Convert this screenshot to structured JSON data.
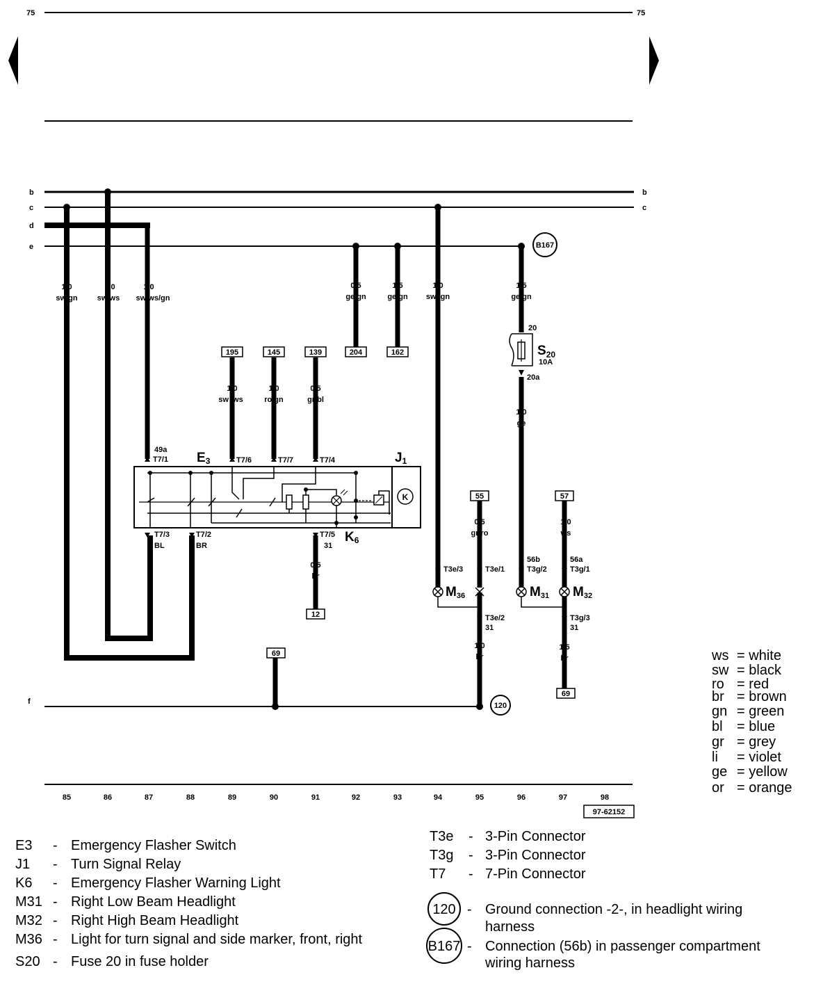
{
  "page_number": "75",
  "drawing_id": "97-62152",
  "rails": [
    {
      "id": "b",
      "label": "b"
    },
    {
      "id": "c",
      "label": "c"
    },
    {
      "id": "d",
      "label": "d"
    },
    {
      "id": "e",
      "label": "e"
    },
    {
      "id": "f",
      "label": "f"
    }
  ],
  "columns": [
    "85",
    "86",
    "87",
    "88",
    "89",
    "90",
    "91",
    "92",
    "93",
    "94",
    "95",
    "96",
    "97",
    "98"
  ],
  "wires": {
    "w85": {
      "size": "1,0",
      "color": "sw/gn"
    },
    "w86": {
      "size": "1,0",
      "color": "sw/ws"
    },
    "w87": {
      "size": "1,0",
      "color": "sw/ws/gn"
    },
    "w92": {
      "size": "0,5",
      "color": "ge/gn"
    },
    "w93": {
      "size": "1,5",
      "color": "ge/gn"
    },
    "w94": {
      "size": "1,0",
      "color": "sw /gn"
    },
    "w96": {
      "size": "1,5",
      "color": "ge/gn"
    },
    "w89": {
      "size": "1,0",
      "color": "sw /ws"
    },
    "w90": {
      "size": "1,0",
      "color": "ro/gn"
    },
    "w91": {
      "size": "0,5",
      "color": "gr/bl"
    },
    "w96b": {
      "size": "1,0",
      "color": "ge"
    },
    "w95a": {
      "size": "0,5",
      "color": "gr/ro"
    },
    "w97a": {
      "size": "1,0",
      "color": "ws"
    },
    "w91b": {
      "size": "0,5",
      "color": "br"
    },
    "w95b": {
      "size": "1,0",
      "color": "br"
    },
    "w97b": {
      "size": "1,5",
      "color": "br"
    }
  },
  "refs": {
    "r195": "195",
    "r145": "145",
    "r139": "139",
    "r204": "204",
    "r162": "162",
    "r55": "55",
    "r57": "57",
    "r12": "12",
    "r69a": "69",
    "r69b": "69"
  },
  "ground_points": {
    "g120": "120",
    "b167": "B167"
  },
  "pins": {
    "t71_term": "49a",
    "t71": "T7/1",
    "t76": "T7/6",
    "t77": "T7/7",
    "t74": "T7/4",
    "t73": "T7/3",
    "t73_term": "BL",
    "t72": "T7/2",
    "t72_term": "BR",
    "t75": "T7/5",
    "t75_term": "31",
    "t3e3": "T3e/3",
    "t3e1": "T3e/1",
    "t3e2": "T3e/2",
    "t3e2_term": "31",
    "t3g2_term": "56b",
    "t3g2": "T3g/2",
    "t3g1_term": "56a",
    "t3g1": "T3g/1",
    "t3g3": "T3g/3",
    "t3g3_term": "31",
    "fuse_in": "20",
    "fuse_out": "20a"
  },
  "components": {
    "e3": {
      "main": "E",
      "sub": "3"
    },
    "j1": {
      "main": "J",
      "sub": "1"
    },
    "k6": {
      "main": "K",
      "sub": "6"
    },
    "m36": {
      "main": "M",
      "sub": "36"
    },
    "m31": {
      "main": "M",
      "sub": "31"
    },
    "m32": {
      "main": "M",
      "sub": "32"
    },
    "s20": {
      "main": "S",
      "sub": "20",
      "rating": "10A"
    },
    "j1_symbol": "K"
  },
  "color_legend": [
    {
      "code": "ws",
      "name": "white"
    },
    {
      "code": "sw",
      "name": "black"
    },
    {
      "code": "ro",
      "name": "red"
    },
    {
      "code": "br",
      "name": "brown"
    },
    {
      "code": "gn",
      "name": "green"
    },
    {
      "code": "bl",
      "name": "blue"
    },
    {
      "code": "gr",
      "name": "grey"
    },
    {
      "code": "li",
      "name": "violet"
    },
    {
      "code": "ge",
      "name": "yellow"
    },
    {
      "code": "or",
      "name": "orange"
    }
  ],
  "component_list_left": [
    {
      "code": "E3",
      "dash": "-",
      "desc": "Emergency Flasher Switch"
    },
    {
      "code": "J1",
      "dash": "-",
      "desc": "Turn Signal Relay"
    },
    {
      "code": "K6",
      "dash": "-",
      "desc": "Emergency Flasher Warning Light"
    },
    {
      "code": "M31",
      "dash": "-",
      "desc": "Right Low Beam Headlight"
    },
    {
      "code": "M32",
      "dash": "-",
      "desc": "Right High Beam Headlight"
    },
    {
      "code": "M36",
      "dash": "-",
      "desc": "Light for turn signal and side marker, front, right"
    },
    {
      "code": "S20",
      "dash": "-",
      "desc": "Fuse 20 in fuse holder"
    }
  ],
  "component_list_right": [
    {
      "code": "T3e",
      "dash": "-",
      "desc": "3-Pin Connector"
    },
    {
      "code": "T3g",
      "dash": "-",
      "desc": "3-Pin Connector"
    },
    {
      "code": "T7",
      "dash": "-",
      "desc": "7-Pin Connector"
    }
  ],
  "ground_list": [
    {
      "code": "120",
      "dash": "-",
      "line1": "Ground connection -2-, in headlight wiring",
      "line2": "harness"
    },
    {
      "code": "B167",
      "dash": "-",
      "line1": "Connection (56b) in passenger compartment",
      "line2": "wiring harness"
    }
  ]
}
